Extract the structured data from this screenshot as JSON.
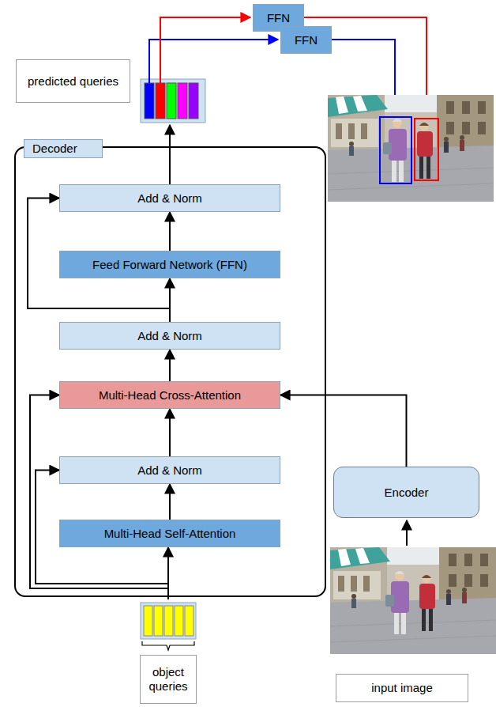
{
  "diagram": {
    "nodes": [
      {
        "text": [
          "FFN"
        ]
      },
      {
        "text": [
          "FFN"
        ]
      },
      {
        "text": [
          "predicted queries"
        ]
      },
      {
        "text": [
          "Decoder"
        ]
      },
      {
        "text": [
          "Add & Norm"
        ],
        "in": 3
      },
      {
        "text": [
          "Feed Forward Network (FFN)"
        ],
        "in": 3
      },
      {
        "text": [
          "Add & Norm"
        ],
        "in": 3
      },
      {
        "text": [
          "Multi-Head Cross-Attention"
        ],
        "in": 3
      },
      {
        "text": [
          "Add & Norm"
        ],
        "in": 3
      },
      {
        "text": [
          "Multi-Head Self-Attention"
        ],
        "in": 3
      },
      {
        "text": [
          "Encoder"
        ]
      },
      {
        "text": [
          "object queries"
        ]
      },
      {
        "text": [
          "input image"
        ]
      }
    ],
    "edges": [
      {
        "from": 9,
        "to": 8,
        "arrow": "to"
      },
      {
        "from": 8,
        "to": 7,
        "arrow": "to"
      },
      {
        "from": 7,
        "to": 6,
        "arrow": "to"
      },
      {
        "from": 6,
        "to": 5,
        "arrow": "to"
      },
      {
        "from": 5,
        "to": 4,
        "arrow": "to"
      },
      {
        "from": 6,
        "to": 4,
        "arrow": "to"
      },
      {
        "from": 10,
        "to": 7,
        "arrow": "to"
      },
      {
        "from": 11,
        "to": 9,
        "arrow": "to"
      },
      {
        "from": 11,
        "to": 8,
        "arrow": "to"
      },
      {
        "from": 11,
        "to": 7,
        "arrow": "to"
      }
    ]
  }
}
